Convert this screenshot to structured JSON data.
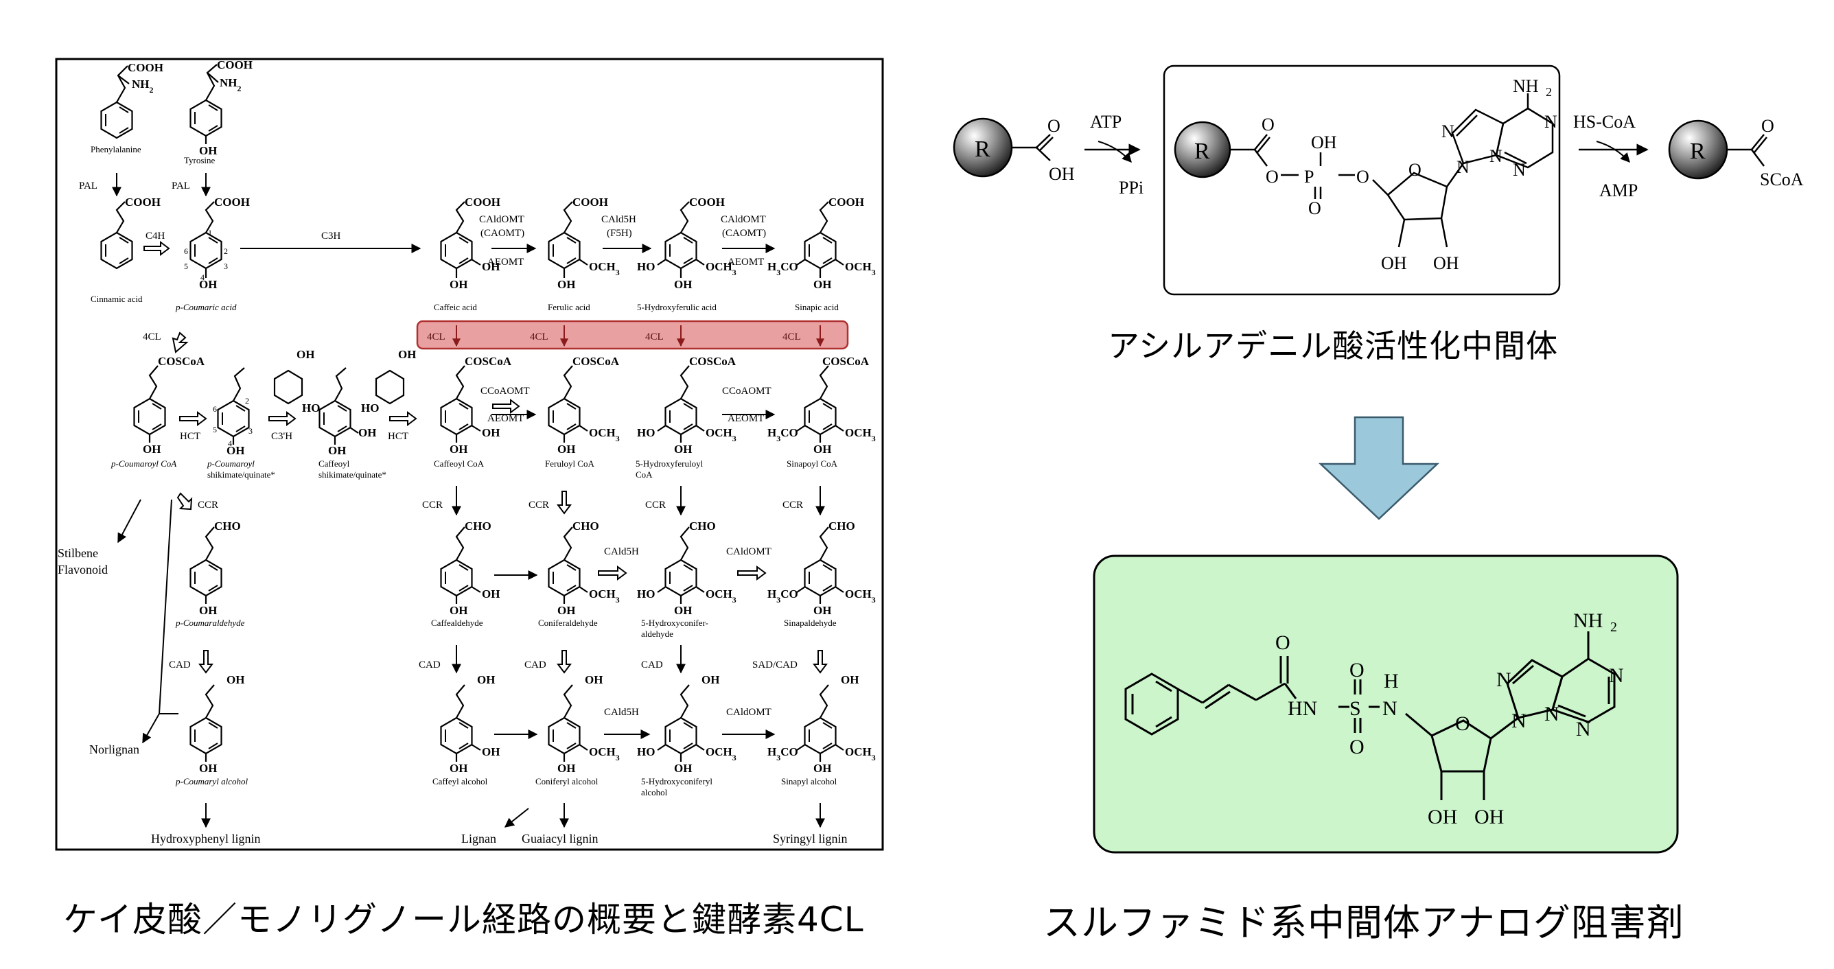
{
  "captions": {
    "left": "ケイ皮酸／モノリグノール経路の概要と鍵酵素4CL",
    "right": "スルファミド系中間体アナログ阻害剤",
    "intermediate": "アシルアデニル酸活性化中間体"
  },
  "pathway": {
    "compounds": {
      "phenylalanine": "Phenylalanine",
      "tyrosine": "Tyrosine",
      "cinnamic_acid": "Cinnamic acid",
      "p_coumaric_acid": "p-Coumaric acid",
      "caffeic_acid": "Caffeic acid",
      "ferulic_acid": "Ferulic acid",
      "hydroxyferulic_acid": "5-Hydroxyferulic acid",
      "sinapic_acid": "Sinapic acid",
      "p_coumaroyl_coa": "p-Coumaroyl CoA",
      "p_coumaroyl_shikimate": "p-Coumaroyl",
      "p_coumaroyl_shikimate_2": "shikimate/quinate*",
      "caffeoyl_shikimate": "Caffeoyl",
      "caffeoyl_shikimate_2": "shikimate/quinate*",
      "caffeoyl_coa": "Caffeoyl CoA",
      "feruloyl_coa": "Feruloyl CoA",
      "hydroxyferuloyl_coa": "5-Hydroxyferuloyl",
      "hydroxyferuloyl_coa_2": "CoA",
      "sinapoyl_coa": "Sinapoyl CoA",
      "p_coumaraldehyde": "p-Coumaraldehyde",
      "caffealdehyde": "Caffealdehyde",
      "coniferaldehyde": "Coniferaldehyde",
      "hydroxyconiferaldehyde": "5-Hydroxyconifer-",
      "hydroxyconiferaldehyde_2": "aldehyde",
      "sinapaldehyde": "Sinapaldehyde",
      "p_coumaryl_alcohol": "p-Coumaryl alcohol",
      "caffeyl_alcohol": "Caffeyl alcohol",
      "coniferyl_alcohol": "Coniferyl alcohol",
      "hydroxyconiferyl_alcohol": "5-Hydroxyconiferyl",
      "hydroxyconiferyl_alcohol_2": "alcohol",
      "sinapyl_alcohol": "Sinapyl alcohol",
      "stilbene": "Stilbene",
      "flavonoid": "Flavonoid",
      "norlignan": "Norlignan",
      "hydroxyphenyl_lignin": "Hydroxyphenyl lignin",
      "lignan": "Lignan",
      "guaiacyl_lignin": "Guaiacyl lignin",
      "syringyl_lignin": "Syringyl lignin"
    },
    "enzymes": {
      "pal": "PAL",
      "c4h": "C4H",
      "c3h": "C3H",
      "caldomt": "CAldOMT",
      "caomt": "(CAOMT)",
      "aeomt": "AEOMT",
      "cald5h": "CAld5H",
      "f5h": "(F5H)",
      "fourcl": "4CL",
      "hct": "HCT",
      "c3h_prime": "C3'H",
      "ccoaomt": "CCoAOMT",
      "ccr": "CCR",
      "cad": "CAD",
      "sad_cad": "SAD/CAD"
    },
    "groups": {
      "cooh": "COOH",
      "nh2": "NH",
      "oh": "OH",
      "och3": "OCH",
      "h3co": "H",
      "coscoa": "COSCoA",
      "cho": "CHO",
      "ho": "HO"
    },
    "ring_numbers": [
      "1",
      "2",
      "3",
      "4",
      "5",
      "6"
    ]
  },
  "reaction": {
    "r": "R",
    "o": "O",
    "oh": "OH",
    "p": "P",
    "nh2": "NH",
    "n": "N",
    "atp": "ATP",
    "ppi": "PPi",
    "hs_coa": "HS-CoA",
    "amp": "AMP",
    "scoa": "SCoA"
  },
  "inhibitor": {
    "o": "O",
    "hn": "HN",
    "s": "S",
    "h": "H",
    "n": "N",
    "nh2": "NH",
    "oh": "OH"
  },
  "colors": {
    "highlight_fill": "#e8a0a0",
    "highlight_stroke": "#b03030",
    "arrow_fill": "#9cc8dc",
    "inhibitor_fill": "#ccf5cc"
  }
}
